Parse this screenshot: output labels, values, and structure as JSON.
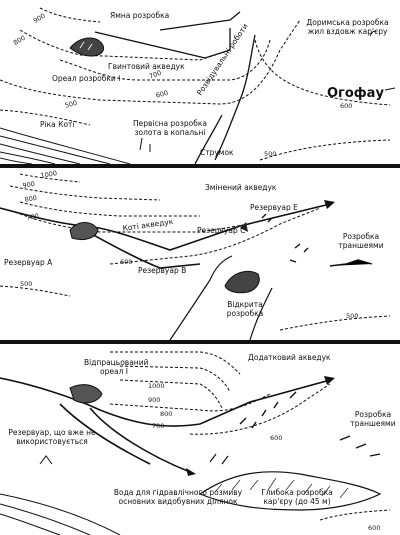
{
  "panel1": {
    "labels": {
      "pit_mining": "Ямна розробка",
      "screw_aqueduct": "Гвинтовий акведук",
      "exploration": "Розвідувальні роботи",
      "ogofau": "Огофау",
      "preroman": "Доримська розробка жил вздовж кар'єру",
      "aureole": "Ореал розробки I",
      "river_cothi": "Ріка Коті",
      "primary_gold": "Первісна розробка золота в копальні",
      "stream": "Струмок"
    },
    "contours": [
      "900",
      "800",
      "700",
      "600",
      "500",
      "600",
      "500"
    ]
  },
  "panel2": {
    "labels": {
      "altered_aqueduct": "Змінений акведук",
      "cothi_aqueduct": "Коті акведук",
      "reservoir_a": "Резервуар A",
      "reservoir_b": "Резервуар B",
      "reservoir_c": "Резервуар C",
      "reservoir_e": "Резервуар E",
      "trench_mining": "Розробка траншеями",
      "open_mining": "Відкрита розробка"
    },
    "contours": [
      "1000",
      "900",
      "800",
      "700",
      "600",
      "500",
      "500"
    ]
  },
  "panel3": {
    "labels": {
      "worked_aureole": "Відпрацьований ореал I",
      "extra_aqueduct": "Додатковий акведук",
      "unused_reservoir": "Резервуар, що вже не використовується",
      "trench_mining": "Розробка траншеями",
      "hydraulic": "Вода для гідравлічного розмиву основних видобувних ділянок",
      "deep_pit": "Глибока розробка кар'єру (до 45 м)"
    },
    "contours": [
      "1000",
      "900",
      "800",
      "700",
      "600",
      "600"
    ]
  }
}
